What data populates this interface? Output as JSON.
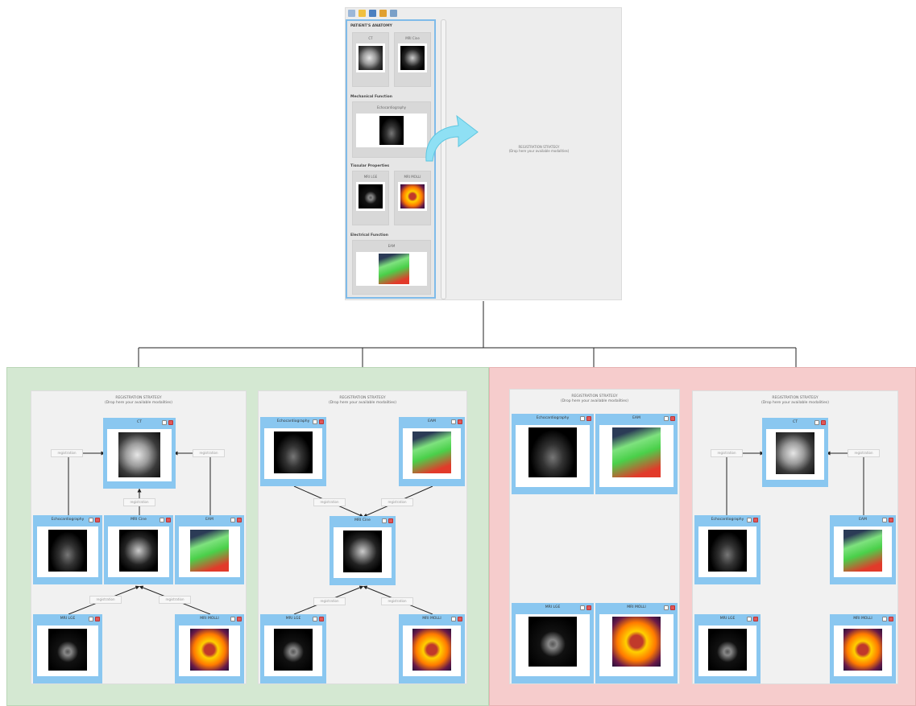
{
  "toolbar": {
    "icons": [
      "new-icon",
      "open-icon",
      "save-icon",
      "export-icon",
      "settings-icon"
    ]
  },
  "palette": {
    "sections": [
      {
        "title": "PATIENT'S ANATOMY",
        "items": [
          {
            "label": "CT",
            "image": "ct"
          },
          {
            "label": "MRI Cine",
            "image": "mri"
          }
        ]
      },
      {
        "title": "Mechanical Function",
        "items": [
          {
            "label": "Echocardiography",
            "image": "echo"
          }
        ]
      },
      {
        "title": "Tissular Properties",
        "items": [
          {
            "label": "MRI LGE",
            "image": "lge"
          },
          {
            "label": "MRI MOLLI",
            "image": "t1"
          }
        ]
      },
      {
        "title": "Electrical Function",
        "items": [
          {
            "label": "EAM",
            "image": "eam"
          }
        ]
      }
    ]
  },
  "drop_area": {
    "line1": "REGISTRATION STRATEGY",
    "line2": "(Drop here your available modalities)"
  },
  "strategies": [
    {
      "title": "REGISTRATION STRATEGY",
      "subtitle": "(Drop here your available modalities)",
      "cards": [
        {
          "label": "CT",
          "image": "ct"
        },
        {
          "label": "Echocardiography",
          "image": "echo"
        },
        {
          "label": "MRI Cine",
          "image": "mri"
        },
        {
          "label": "EAM",
          "image": "eam"
        },
        {
          "label": "MRI LGE",
          "image": "lge"
        },
        {
          "label": "MRI MOLLI",
          "image": "t1"
        }
      ],
      "registrations": [
        "registration",
        "registration",
        "registration",
        "registration",
        "registration"
      ]
    },
    {
      "title": "REGISTRATION STRATEGY",
      "subtitle": "(Drop here your available modalities)",
      "cards": [
        {
          "label": "Echocardiography",
          "image": "echo"
        },
        {
          "label": "EAM",
          "image": "eam"
        },
        {
          "label": "MRI Cine",
          "image": "mri"
        },
        {
          "label": "MRI LGE",
          "image": "lge"
        },
        {
          "label": "MRI MOLLI",
          "image": "t1"
        }
      ],
      "registrations": [
        "registration",
        "registration",
        "registration",
        "registration"
      ]
    },
    {
      "title": "REGISTRATION STRATEGY",
      "subtitle": "(Drop here your available modalities)",
      "cards": [
        {
          "label": "Echocardiography",
          "image": "echo"
        },
        {
          "label": "EAM",
          "image": "eam"
        },
        {
          "label": "MRI LGE",
          "image": "lge"
        },
        {
          "label": "MRI MOLLI",
          "image": "t1"
        }
      ],
      "registrations": []
    },
    {
      "title": "REGISTRATION STRATEGY",
      "subtitle": "(Drop here your available modalities)",
      "cards": [
        {
          "label": "CT",
          "image": "ct"
        },
        {
          "label": "Echocardiography",
          "image": "echo"
        },
        {
          "label": "EAM",
          "image": "eam"
        },
        {
          "label": "MRI LGE",
          "image": "lge"
        },
        {
          "label": "MRI MOLLI",
          "image": "t1"
        }
      ],
      "registrations": [
        "registration",
        "registration"
      ]
    }
  ]
}
